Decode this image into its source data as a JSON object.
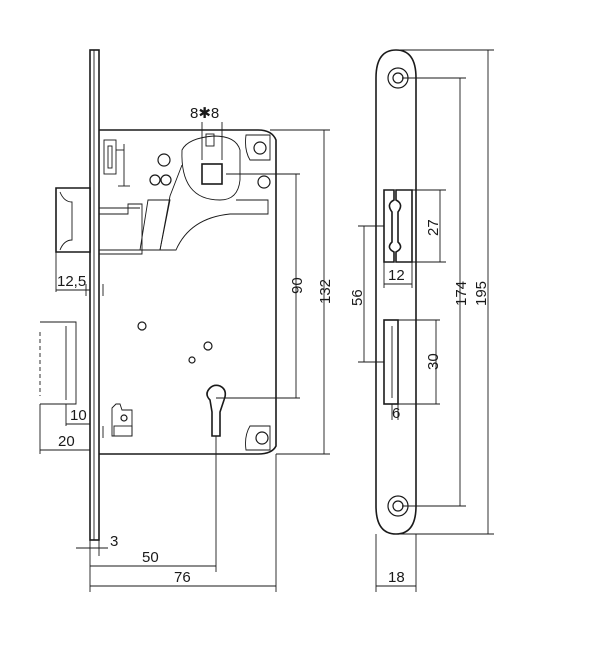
{
  "dimensions": {
    "square_spindle": "8✱8",
    "bolt_projection": "12,5",
    "latch_offset": "10",
    "latch_projection": "20",
    "faceplate_thickness": "3",
    "backset": "50",
    "case_depth": "76",
    "spindle_to_key": "90",
    "case_height": "132",
    "strike_latch_height": "27",
    "strike_latch_depth": "12",
    "strike_latch_to_bolt": "56",
    "strike_bolt_height": "30",
    "strike_bolt_depth": "6",
    "strike_hole_spacing": "174",
    "strike_length": "195",
    "strike_width": "18"
  }
}
